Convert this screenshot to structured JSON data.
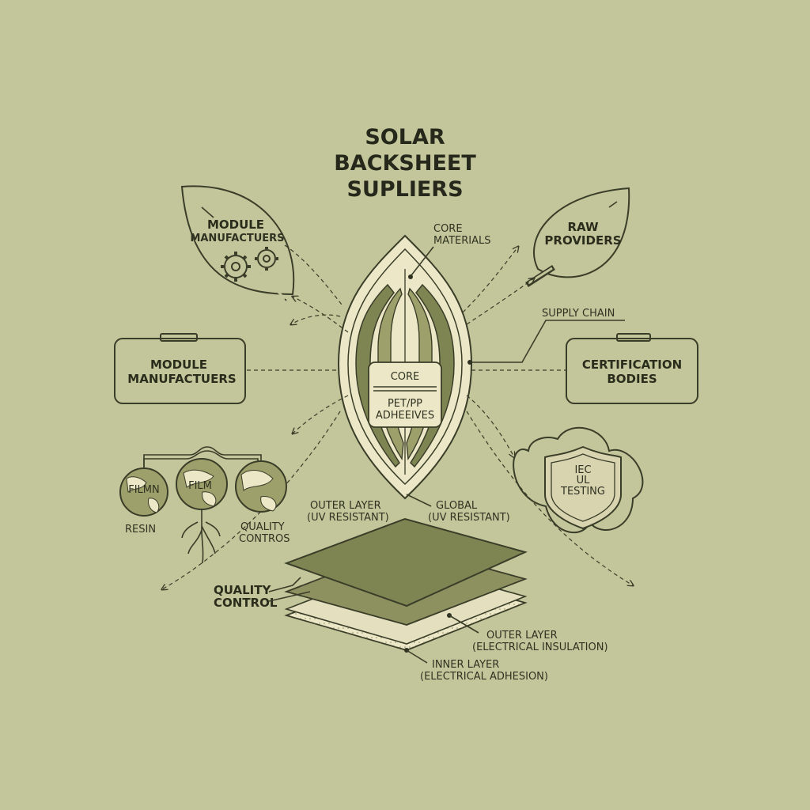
{
  "title": [
    "SOLAR",
    "BACKSHEET",
    "SUPLIERS"
  ],
  "labels": {
    "module_leaf": [
      "MODULE",
      "MANUFACTUERS"
    ],
    "module_box": [
      "MODULE",
      "MANUFACTUERS"
    ],
    "raw_providers": [
      "RAW",
      "PROVIDERS"
    ],
    "certification": [
      "CERTIFICATION",
      "BODIES"
    ],
    "supply_chain": "SUPPLY CHAIN",
    "core_materials": [
      "CORE",
      "MATERIALS"
    ],
    "core_box": [
      "CORE",
      "PET/PP",
      "ADHEEIVES"
    ],
    "outer_uv": [
      "OUTER LAYER",
      "(UV RESISTANT)"
    ],
    "global_uv": [
      "GLOBAL",
      "(UV RESISTANT)"
    ],
    "quality_control": [
      "QUALITY",
      "CONTROL"
    ],
    "outer_insulation": [
      "OUTER LAYER",
      "(ELECTRICAL INSULATION)"
    ],
    "inner_adhesion": [
      "INNER LAYER",
      "(ELECTRICAL ADHESION)"
    ],
    "globe_1": "FILMN",
    "globe_2": "FILM",
    "resin": "RESIN",
    "quality_contros": [
      "QUALITY",
      "CONTROS"
    ],
    "shield": [
      "IEC",
      "UL",
      "TESTING"
    ]
  },
  "colors": {
    "background": "#c3c69a",
    "ink": "#2f3221",
    "olive_dark": "#7e8452",
    "olive_mid": "#9ea06b",
    "cream": "#ece7c7"
  },
  "icons": [
    "leaf-icon",
    "gear-icon",
    "globe-icon",
    "roots-icon",
    "shield-icon",
    "layer-stack-icon",
    "seed-pod-icon"
  ]
}
